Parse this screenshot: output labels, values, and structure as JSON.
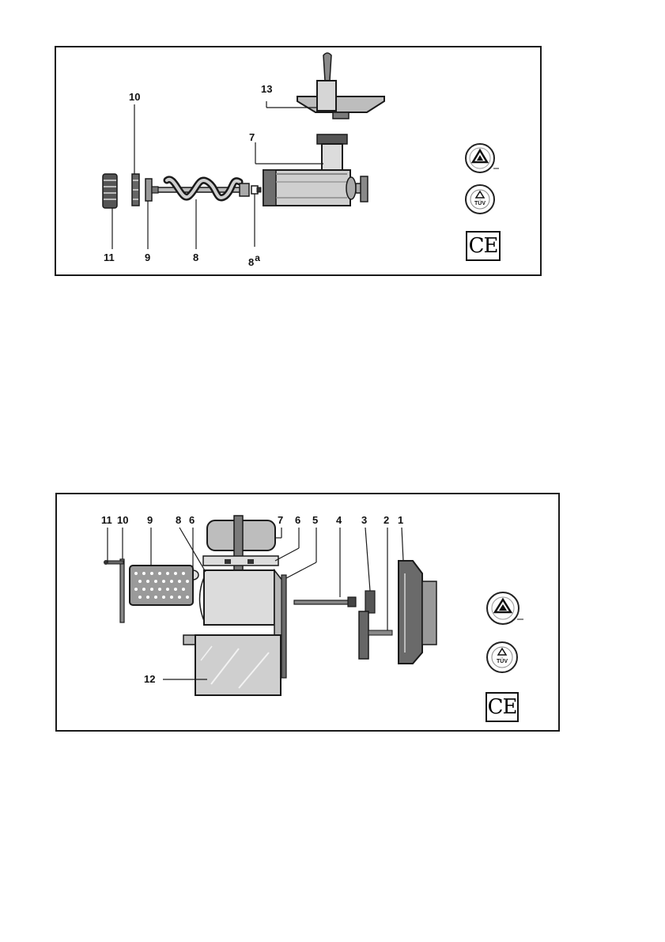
{
  "figure_top": {
    "labels": {
      "p13": "13",
      "p10": "10",
      "p7": "7",
      "p11": "11",
      "p9": "9",
      "p8": "8",
      "p8a_num": "8",
      "p8a_sup": "a"
    },
    "marks": {
      "ce": "CE",
      "tuv": "TÜV"
    }
  },
  "figure_bottom": {
    "labels": {
      "p11": "11",
      "p10": "10",
      "p9": "9",
      "p8": "8",
      "p6a": "6",
      "p7": "7",
      "p6b": "6",
      "p5": "5",
      "p4": "4",
      "p3": "3",
      "p2": "2",
      "p1": "1",
      "p12": "12"
    },
    "marks": {
      "ce": "CE",
      "tuv": "TÜV"
    }
  },
  "colors": {
    "ink": "#1a1a1a",
    "shade": "#8a8a8a",
    "light": "#d0d0d0"
  }
}
